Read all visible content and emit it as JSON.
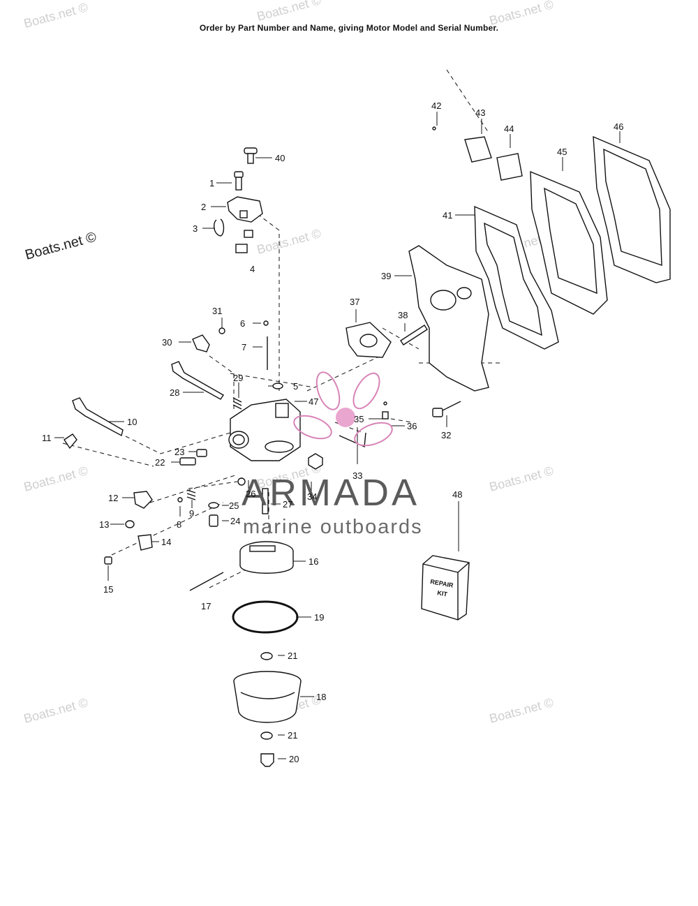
{
  "header": {
    "text": "Order by Part Number and Name, giving Motor Model and Serial Number."
  },
  "watermarks": {
    "boats_net": "Boats.net ©"
  },
  "brand": {
    "name": "ARMADA",
    "tagline": "marine outboards"
  },
  "repair_kit": {
    "line1": "REPAIR",
    "line2": "KIT"
  },
  "callouts": {
    "c1": "1",
    "c2": "2",
    "c3": "3",
    "c4": "4",
    "c5": "5",
    "c6": "6",
    "c7": "7",
    "c8": "8",
    "c9": "9",
    "c10": "10",
    "c11": "11",
    "c12": "12",
    "c13": "13",
    "c14": "14",
    "c15": "15",
    "c16": "16",
    "c17": "17",
    "c18": "18",
    "c19": "19",
    "c20": "20",
    "c21a": "21",
    "c21b": "21",
    "c22": "22",
    "c23": "23",
    "c24": "24",
    "c25": "25",
    "c26": "26",
    "c27": "27",
    "c28": "28",
    "c29": "29",
    "c30": "30",
    "c31": "31",
    "c32": "32",
    "c33": "33",
    "c34": "34",
    "c35": "35",
    "c36": "36",
    "c37": "37",
    "c38": "38",
    "c39": "39",
    "c40": "40",
    "c41": "41",
    "c42": "42",
    "c43": "43",
    "c44": "44",
    "c45": "45",
    "c46": "46",
    "c47": "47",
    "c48": "48"
  },
  "colors": {
    "ink": "#111111",
    "brand_pink": "#e9a6cf",
    "watermark": "#cfcfcf"
  }
}
